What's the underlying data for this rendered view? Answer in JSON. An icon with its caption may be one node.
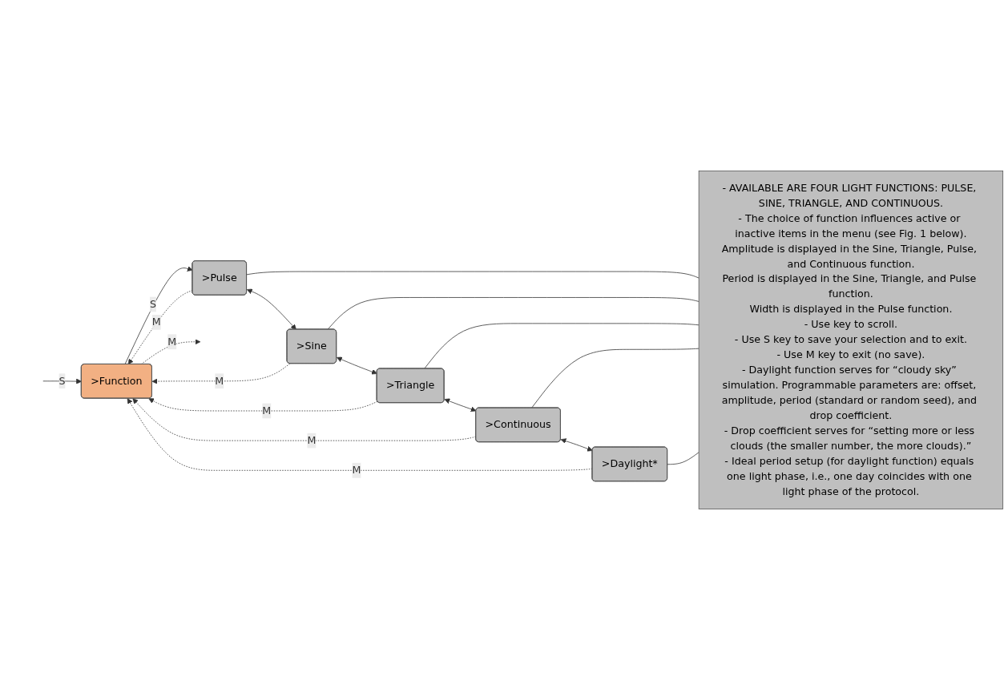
{
  "diagram": {
    "nodes": [
      {
        "text": [
          ">Function"
        ]
      },
      {
        "text": [
          ">Pulse"
        ]
      },
      {
        "text": [
          ">Sine"
        ]
      },
      {
        "text": [
          ">Triangle"
        ]
      },
      {
        "text": [
          ">Continuous"
        ]
      },
      {
        "text": [
          ">Daylight*"
        ]
      },
      {
        "text": [
          "- AVAILABLE ARE FOUR LIGHT FUNCTIONS: PULSE, SINE, TRIANGLE, AND CONTINUOUS.",
          "- The choice of function influences active or inactive items in the menu (see Fig. 1 below).",
          "Amplitude is displayed in the Sine, Triangle, Pulse, and Continuous function.",
          "Period is displayed in the Sine, Triangle, and Pulse function.",
          "Width is displayed in the Pulse function.",
          "- Use key to scroll.",
          "- Use S key to save your selection and to exit.",
          "- Use M key to exit (no save).",
          "- Daylight function serves for “cloudy sky” simulation. Programmable parameters are: offset, amplitude, period (standard or random seed), and drop coefficient.",
          "- Drop coefficient serves for “setting more or less clouds (the smaller number, the more clouds).”",
          "- Ideal period setup (for daylight function) equals one light phase, i.e., one day coincides with one light phase of the protocol."
        ]
      }
    ],
    "edges": [
      {
        "from": null,
        "to": 0,
        "arrow": "to",
        "label": "S"
      },
      {
        "from": 0,
        "to": 1,
        "arrow": "to",
        "label": "S"
      },
      {
        "from": 0,
        "to": null,
        "arrow": "to",
        "label": "M",
        "style": "dashed"
      },
      {
        "from": 1,
        "to": 0,
        "arrow": "to",
        "label": "M",
        "style": "dashed"
      },
      {
        "from": 2,
        "to": 0,
        "arrow": "to",
        "label": "M",
        "style": "dashed"
      },
      {
        "from": 3,
        "to": 0,
        "arrow": "to",
        "label": "M",
        "style": "dashed"
      },
      {
        "from": 4,
        "to": 0,
        "arrow": "to",
        "label": "M",
        "style": "dashed"
      },
      {
        "from": 5,
        "to": 0,
        "arrow": "to",
        "label": "M",
        "style": "dashed"
      },
      {
        "from": 1,
        "to": 2,
        "arrow": "both"
      },
      {
        "from": 2,
        "to": 3,
        "arrow": "both"
      },
      {
        "from": 3,
        "to": 4,
        "arrow": "both"
      },
      {
        "from": 4,
        "to": 5,
        "arrow": "both"
      },
      {
        "from": 1,
        "to": 6,
        "arrow": "none"
      },
      {
        "from": 2,
        "to": 6,
        "arrow": "none"
      },
      {
        "from": 3,
        "to": 6,
        "arrow": "none"
      },
      {
        "from": 4,
        "to": 6,
        "arrow": "none"
      },
      {
        "from": 5,
        "to": 6,
        "arrow": "none"
      }
    ]
  }
}
